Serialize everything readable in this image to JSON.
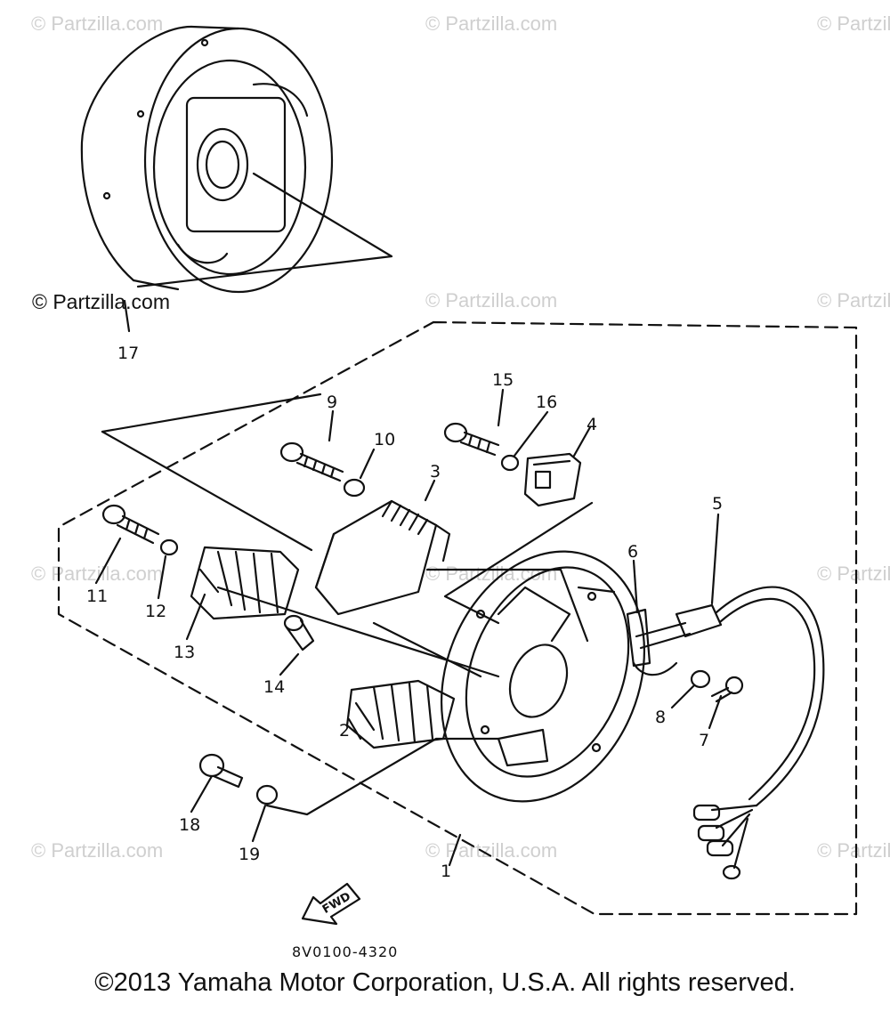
{
  "watermarks": {
    "text": "© Partzilla.com",
    "featured": "© Partzilla.com"
  },
  "callouts": [
    "1",
    "2",
    "3",
    "4",
    "5",
    "6",
    "7",
    "8",
    "9",
    "10",
    "11",
    "12",
    "13",
    "14",
    "15",
    "16",
    "17",
    "18",
    "19"
  ],
  "direction_label": "FWD",
  "diagram_code": "8V0100-4320",
  "copyright": "©2013 Yamaha Motor Corporation, U.S.A. All rights reserved."
}
